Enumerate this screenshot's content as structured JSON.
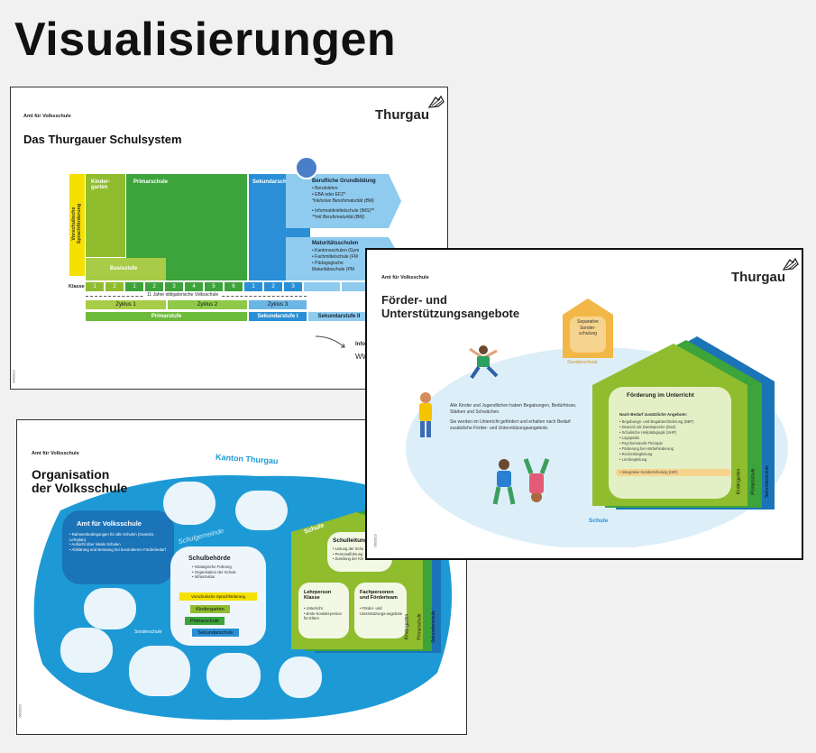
{
  "page": {
    "title": "Visualisierungen"
  },
  "card1": {
    "amt": "Amt für Volksschule",
    "brand": "Thurgau",
    "title": "Das Thurgauer Schulsystem",
    "vorschulisch": "Vorschulische Sprachförderung",
    "kindergarten": "Kinder-\ngarten",
    "primarschule": "Primarschule",
    "sekundarschule": "Sekundarschule",
    "basisstufe": "Basisstufe",
    "beruf_title": "Berufliche Grundbildung",
    "beruf_items": [
      "• Berufslehre",
      "• EBA oder EFZ*",
      "  *inklusive Berufsmaturität (BM)",
      "• Informatikmittelschule (IMS)**",
      "  **mit Berufsmaturität (BM)"
    ],
    "matur_title": "Maturitätsschulen",
    "matur_items": [
      "• Kantonsschulen (Gym",
      "• Fachmittelschule (FM",
      "• Pädagogische",
      "  Maturitätsschule (PM"
    ],
    "klasse": "Klasse",
    "klassen": [
      "1",
      "2",
      "1",
      "2",
      "3",
      "4",
      "5",
      "6",
      "1",
      "2",
      "3"
    ],
    "obligatorisch": "11 Jahre obligatorische Volksschule",
    "zyklus1": "Zyklus 1",
    "zyklus2": "Zyklus 2",
    "zyklus3": "Zyklus 3",
    "primarstufe": "Primarstufe",
    "sek1": "Sekundarstufe I",
    "sek2": "Sekundarstufe II",
    "info": "Info",
    "www": "WW",
    "foot": "04/2023"
  },
  "card2": {
    "amt": "Amt für Volksschule",
    "title": "Organisation\nder Volksschule",
    "kanton": "Kanton Thurgau",
    "avs_title": "Amt für Volksschule",
    "avs_items": [
      "• Rahmenbedingungen für alle Schulen (Gesetze, Lehrplan)",
      "• Aufsicht über lokale Schulen",
      "• Abklärung und Beratung bei besonderem Förderbedarf"
    ],
    "schulgemeinde": "Schulgemeinde",
    "behoerde_title": "Schulbehörde",
    "behoerde_items": [
      "• Strategische Führung",
      "• Organisation der Schule",
      "• Infrastruktur"
    ],
    "vsf": "Vorschulische Sprachförderung",
    "kg": "Kindergarten",
    "ps": "Primarschule",
    "ss": "Sekundarschule",
    "sonderschule": "Sonderschule",
    "schule": "Schule",
    "leitung_title": "Schulleitung",
    "leitung_items": [
      "• Leitung der Schu",
      "• Personalführung",
      "• Zuteilung der Kin"
    ],
    "lehr_title": "Lehrperson Klasse",
    "lehr_items": [
      "• Unterricht",
      "• Erste Kontakt-person für Eltern"
    ],
    "fach_title": "Fachpersonen und Förderteam",
    "fach_items": [
      "• Förder- und Unterstützungs-angebote"
    ],
    "side": [
      "Kindergarten",
      "Primarschule",
      "Sekundarschule"
    ],
    "foot": "06/2023"
  },
  "card3": {
    "amt": "Amt für Volksschule",
    "brand": "Thurgau",
    "title": "Förder- und\nUnterstützungsangebote",
    "separative": "Separative\nSonder-\nschulung",
    "sonderschule": "Sonderschule",
    "text1": "Alle Kinder und Jugendlichen haben Begabungen, Bedürfnisse, Stärken und Schwächen.",
    "text2": "Sie werden im Unterricht gefördert und erhalten nach Bedarf zusätzliche Förder- und Unterstützungsangebote.",
    "foerderung_title": "Förderung im Unterricht",
    "bedarf": "Nach Bedarf zusätzliche Angebote:",
    "bedarf_items": [
      "• Begabungs- und Begabtenförderung (BBF)",
      "• Deutsch als Zweitsprache (DaZ)",
      "• Schulische Heilpädagogik (SHP)",
      "• Logopädie",
      "• Psychomotorik-Therapie",
      "• Förderung bei Hörbehinderung",
      "• Rechenbegleitung",
      "• Lernbegleitung"
    ],
    "isr": "• Integrative Sonderschulung (ISR)",
    "schule": "Schule",
    "side": [
      "Kindergarten",
      "Primarschule",
      "Sekundarschule"
    ],
    "foot": "06/2023"
  }
}
